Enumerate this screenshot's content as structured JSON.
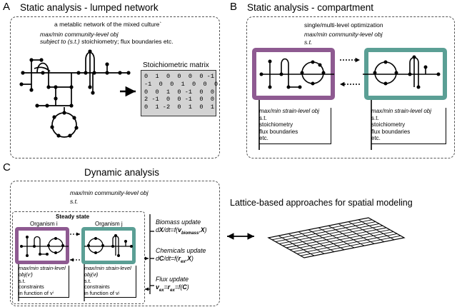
{
  "panel_a": {
    "letter": "A",
    "title": "Static analysis - lumped network",
    "subtitle": "a metablic network of the mixed culture`",
    "objective": "max/min community-level obj",
    "constraint_prefix": "subject to (s.t.)",
    "constraint_rest": " stoichiometry; flux boundaries etc.",
    "matrix_title": "Stoichiometric matrix",
    "matrix_rows": [
      "0  1  0  0  0  0 -1",
      "-1  0  0  1  0  0  0",
      "0  0  1  0 -1  0  0",
      "2 -1  0  0 -1  0  0",
      "0  1 -2  0  1  0  1"
    ]
  },
  "panel_b": {
    "letter": "B",
    "title": "Static analysis - compartment",
    "subtitle": "single/multi-level optimization",
    "objective": "max/min community-level obj",
    "st": "s.t.",
    "org1_lines": [
      "max/min strain-level obj",
      "s.t.",
      "stoichiometry",
      "flux boundaries",
      "etc."
    ],
    "org2_lines": [
      "max/min strain-level obj",
      "s.t.",
      "stoichiometry",
      "flux boundaries",
      "etc."
    ],
    "colors": {
      "org1": "#8e5a91",
      "org2": "#5b9f95"
    }
  },
  "panel_c": {
    "letter": "C",
    "title": "Dynamic analysis",
    "objective": "max/min community-level obj",
    "st": "s.t.",
    "steady_state": "Steady state",
    "org_i": "Organism i",
    "org_j": "Organism j",
    "org_i_lines": [
      "max/min strain-level",
      "obj(vⁱ)",
      "s.t.",
      "constraints",
      "in function of vⁱ"
    ],
    "org_j_lines": [
      "max/min strain-level",
      "obj(vʲ)",
      "s.t.",
      "constraints",
      "in function of vʲ"
    ],
    "biomass_title": "Biomass update",
    "biomass_eq": "dX/dt=f(v_biomass,X)",
    "chem_title": "Chemicals update",
    "chem_eq": "dC/dt=f(r_ex,X)",
    "flux_title": "Flux update",
    "flux_eq": "v_ex=r_ex=f(C)",
    "lattice_title": "Lattice-based approaches for spatial modeling"
  }
}
